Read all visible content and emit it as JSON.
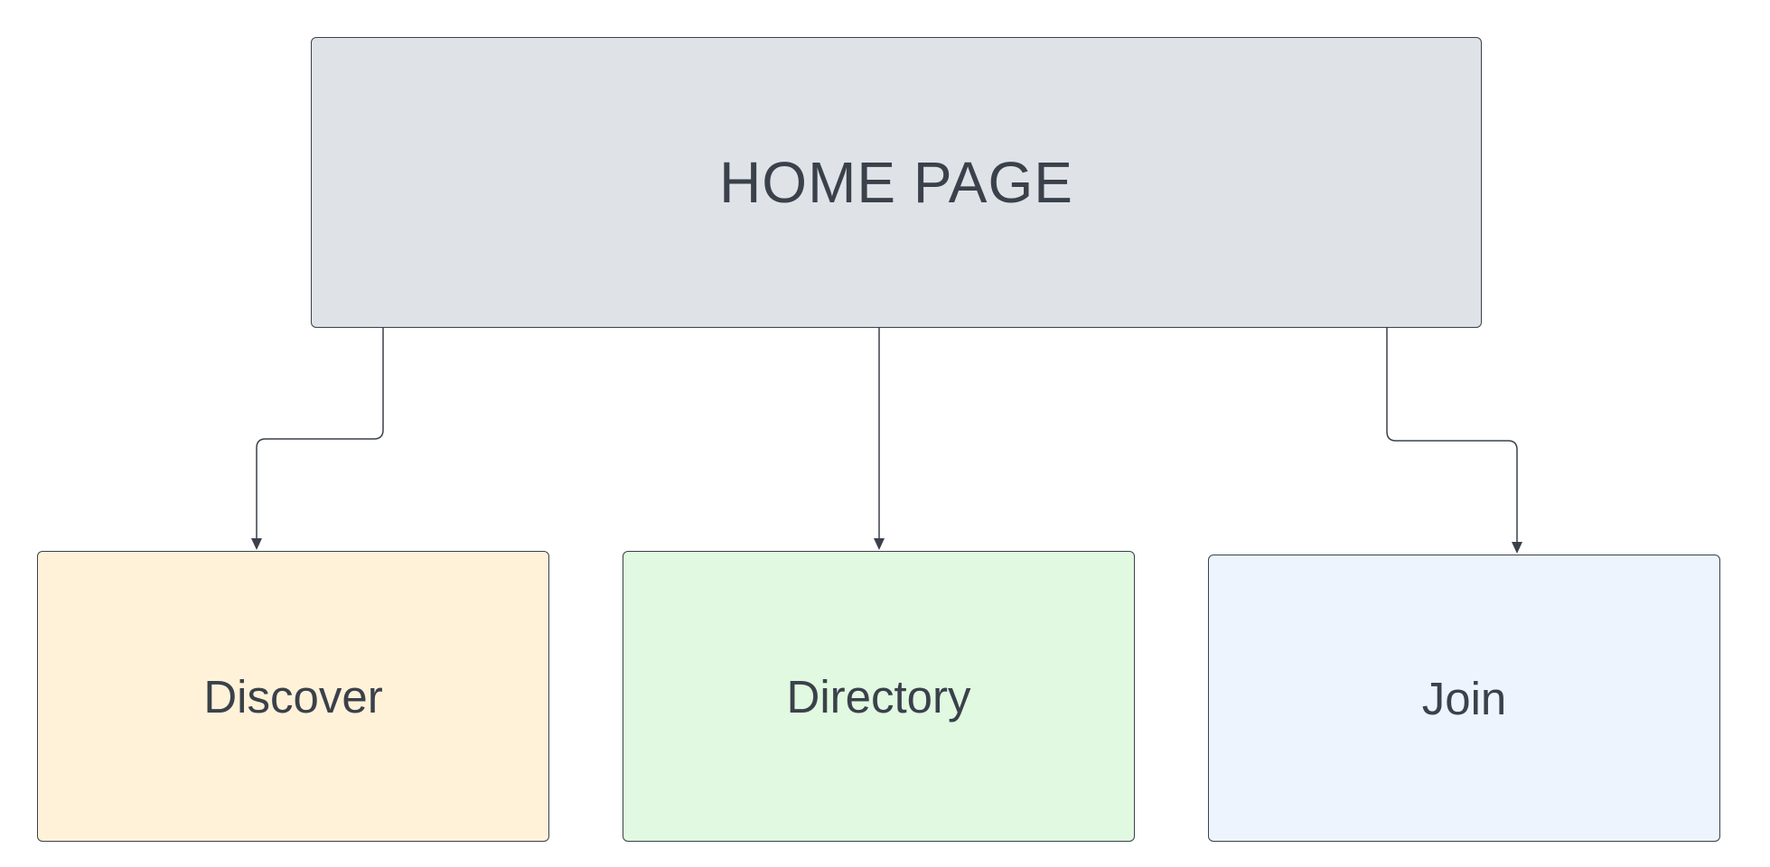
{
  "diagram": {
    "nodes": [
      {
        "id": "home",
        "label": "HOME PAGE",
        "fill": "#dfe3e8"
      },
      {
        "id": "discover",
        "label": "Discover",
        "fill": "#fff2d9"
      },
      {
        "id": "directory",
        "label": "Directory",
        "fill": "#e1f8e1"
      },
      {
        "id": "join",
        "label": "Join",
        "fill": "#edf4fe"
      }
    ],
    "edges": [
      {
        "from": "home",
        "to": "discover"
      },
      {
        "from": "home",
        "to": "directory"
      },
      {
        "from": "home",
        "to": "join"
      }
    ],
    "colors": {
      "stroke": "#3a414a",
      "text": "#3a414a"
    }
  }
}
